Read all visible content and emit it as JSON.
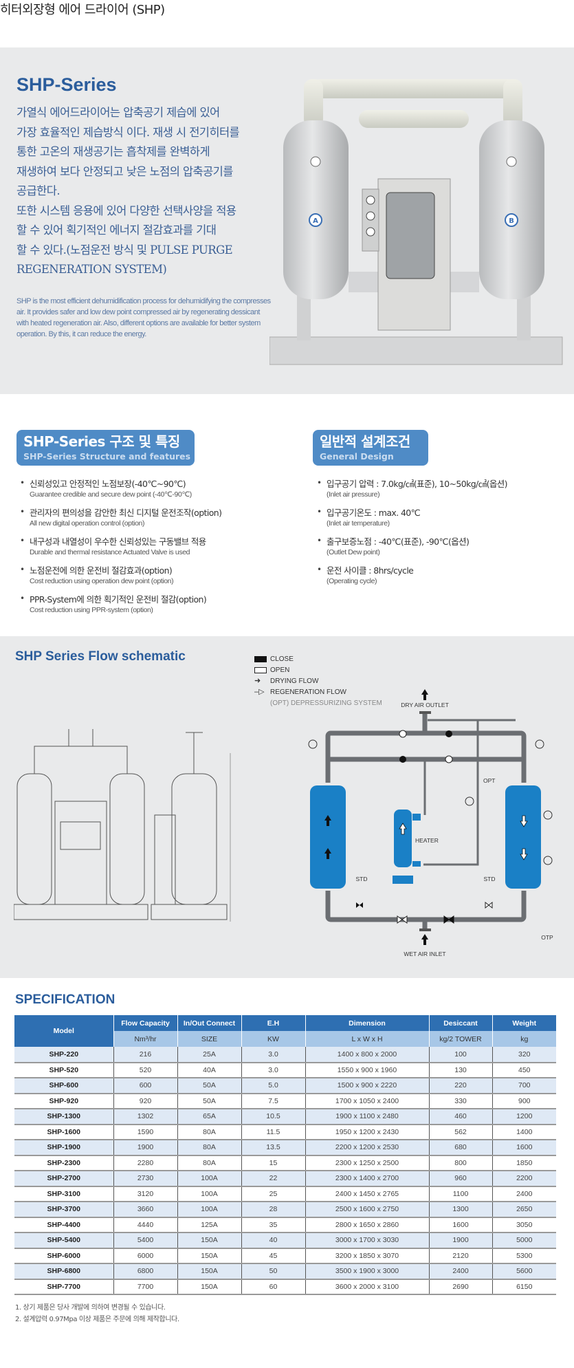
{
  "page_title": "히터외장형 에어 드라이어 (SHP)",
  "intro": {
    "title": "SHP-Series",
    "ko_lines": [
      "가열식 에어드라이어는 압축공기 제습에 있어",
      "가장 효율적인 제습방식 이다. 재생 시 전기히터를",
      "통한 고온의 재생공기는 흡착제를 완벽하게",
      "재생하여 보다 안정되고 낮은 노점의 압축공기를",
      "공급한다.",
      "또한 시스템 응용에 있어 다양한 선택사양을 적용",
      "할 수 있어 획기적인 에너지 절감효과를 기대",
      "할 수 있다.(노점운전 방식 및 PULSE PURGE",
      "REGENERATION SYSTEM)"
    ],
    "en_text": "SHP is the most efficient dehumidification process for dehumidifying the compresses air. It provides safer and low dew point compressed air by regenerating dessicant with heated regeneration air. Also, different options are available for better system operation. By this, it can reduce the energy.",
    "photo_labels": {
      "tank_a": "A",
      "tank_b": "B"
    }
  },
  "features": {
    "title_ko": "SHP-Series 구조 및 특징",
    "title_en": "SHP-Series Structure and features",
    "items": [
      {
        "ko": "신뢰성있고 안정적인 노점보장(-40℃~90℃)",
        "en": "Guarantee credible and secure dew point (-40℃-90℃)"
      },
      {
        "ko": "관리자의 편의성을 감안한 최신 디지털 운전조작(option)",
        "en": "All new digital operation control (option)"
      },
      {
        "ko": "내구성과 내열성이 우수한 신뢰성있는 구동밸브 적용",
        "en": "Durable and thermal resistance Actuated Valve is used"
      },
      {
        "ko": "노점운전에 의한 운전비 절감효과(option)",
        "en": "Cost reduction using operation dew point (option)"
      },
      {
        "ko": "PPR-System에 의한 획기적인 운전비 절감(option)",
        "en": "Cost reduction using PPR-system (option)"
      }
    ]
  },
  "design": {
    "title_ko": "일반적 설계조건",
    "title_en": "General Design",
    "items": [
      {
        "ko": "입구공기 압력 : 7.0kg/㎠(표준), 10~50kg/㎠(옵션)",
        "en": "(Inlet air pressure)"
      },
      {
        "ko": "입구공기온도 : max. 40℃",
        "en": "(Inlet air temperature)"
      },
      {
        "ko": "출구보증노점 : -40℃(표준), -90℃(옵션)",
        "en": "(Outlet Dew point)"
      },
      {
        "ko": "운전 사이클 : 8hrs/cycle",
        "en": "(Operating cycle)"
      }
    ]
  },
  "flow": {
    "title": "SHP Series Flow schematic",
    "legend": [
      "CLOSE",
      "OPEN",
      "DRYING FLOW",
      "REGENERATION FLOW",
      "(OPT) DEPRESSURIZING SYSTEM"
    ],
    "labels": {
      "dry_air_outlet": "DRY AIR OUTLET",
      "wet_air_inlet": "WET AIR INLET",
      "heater": "HEATER",
      "opt": "OPT",
      "std_left": "STD",
      "std_right": "STD",
      "otp": "OTP"
    },
    "colors": {
      "tank": "#1a80c6",
      "pipe": "#6b6e72"
    }
  },
  "spec": {
    "title": "SPECIFICATION",
    "header_top": [
      "Model",
      "Flow Capacity",
      "In/Out Connect",
      "E.H",
      "Dimension",
      "Desiccant",
      "Weight"
    ],
    "header_units": [
      "Nm³/hr",
      "SIZE",
      "KW",
      "L x W x H",
      "kg/2 TOWER",
      "kg"
    ],
    "rows": [
      [
        "SHP-220",
        "216",
        "25A",
        "3.0",
        "1400 x 800 x 2000",
        "100",
        "320"
      ],
      [
        "SHP-520",
        "520",
        "40A",
        "3.0",
        "1550 x 900 x 1960",
        "130",
        "450"
      ],
      [
        "SHP-600",
        "600",
        "50A",
        "5.0",
        "1500 x 900 x 2220",
        "220",
        "700"
      ],
      [
        "SHP-920",
        "920",
        "50A",
        "7.5",
        "1700 x 1050 x 2400",
        "330",
        "900"
      ],
      [
        "SHP-1300",
        "1302",
        "65A",
        "10.5",
        "1900 x 1100 x 2480",
        "460",
        "1200"
      ],
      [
        "SHP-1600",
        "1590",
        "80A",
        "11.5",
        "1950 x 1200 x 2430",
        "562",
        "1400"
      ],
      [
        "SHP-1900",
        "1900",
        "80A",
        "13.5",
        "2200 x 1200 x 2530",
        "680",
        "1600"
      ],
      [
        "SHP-2300",
        "2280",
        "80A",
        "15",
        "2300 x 1250 x 2500",
        "800",
        "1850"
      ],
      [
        "SHP-2700",
        "2730",
        "100A",
        "22",
        "2300 x 1400 x 2700",
        "960",
        "2200"
      ],
      [
        "SHP-3100",
        "3120",
        "100A",
        "25",
        "2400 x 1450 x 2765",
        "1100",
        "2400"
      ],
      [
        "SHP-3700",
        "3660",
        "100A",
        "28",
        "2500 x 1600 x 2750",
        "1300",
        "2650"
      ],
      [
        "SHP-4400",
        "4440",
        "125A",
        "35",
        "2800 x 1650 x 2860",
        "1600",
        "3050"
      ],
      [
        "SHP-5400",
        "5400",
        "150A",
        "40",
        "3000 x 1700 x 3030",
        "1900",
        "5000"
      ],
      [
        "SHP-6000",
        "6000",
        "150A",
        "45",
        "3200 x 1850 x 3070",
        "2120",
        "5300"
      ],
      [
        "SHP-6800",
        "6800",
        "150A",
        "50",
        "3500 x 1900 x 3000",
        "2400",
        "5600"
      ],
      [
        "SHP-7700",
        "7700",
        "150A",
        "60",
        "3600 x 2000 x 3100",
        "2690",
        "6150"
      ]
    ],
    "notes": [
      "1. 상기 제품은 당사 개발에 의하여 변경될 수 있습니다.",
      "2. 설계압력 0.97Mpa 이상 제품은 주문에 의해 제작합니다."
    ]
  }
}
